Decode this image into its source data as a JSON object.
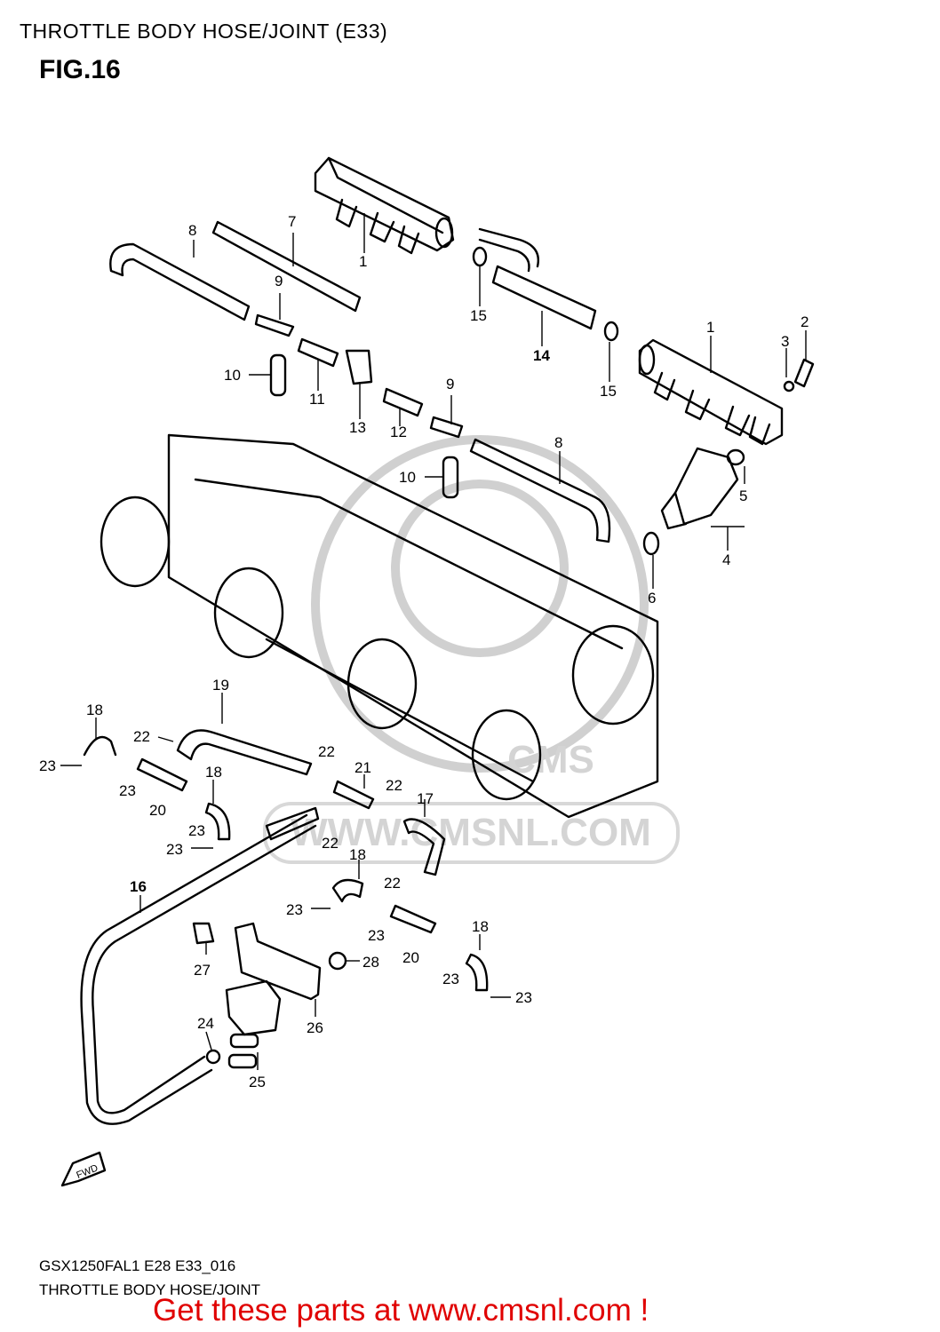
{
  "header": {
    "title": "THROTTLE BODY HOSE/JOINT (E33)",
    "figure": "FIG.16"
  },
  "watermark": {
    "text": "WWW.CMSNL.COM",
    "logo": "CMS"
  },
  "fwd_label": "FWD",
  "callouts": {
    "c1a": "1",
    "c1b": "1",
    "c2": "2",
    "c3": "3",
    "c4": "4",
    "c5": "5",
    "c6": "6",
    "c7": "7",
    "c8a": "8",
    "c8b": "8",
    "c9a": "9",
    "c9b": "9",
    "c10a": "10",
    "c10b": "10",
    "c11": "11",
    "c12": "12",
    "c13": "13",
    "c14": "14",
    "c15a": "15",
    "c15b": "15",
    "c16": "16",
    "c17": "17",
    "c18a": "18",
    "c18b": "18",
    "c18c": "18",
    "c18d": "18",
    "c19": "19",
    "c20a": "20",
    "c20b": "20",
    "c21": "21",
    "c22a": "22",
    "c22b": "22",
    "c22c": "22",
    "c22d": "22",
    "c22e": "22",
    "c23a": "23",
    "c23b": "23",
    "c23c": "23",
    "c23d": "23",
    "c23e": "23",
    "c23f": "23",
    "c23g": "23",
    "c23h": "23",
    "c24": "24",
    "c25": "25",
    "c26": "26",
    "c27": "27",
    "c28": "28"
  },
  "footer": {
    "model_code": "GSX1250FAL1 E28 E33_016",
    "section": "THROTTLE BODY HOSE/JOINT",
    "promo": "Get these parts at www.cmsnl.com !"
  },
  "colors": {
    "promo": "#e00000",
    "line": "#000000",
    "watermark": "#d0d0d0"
  }
}
